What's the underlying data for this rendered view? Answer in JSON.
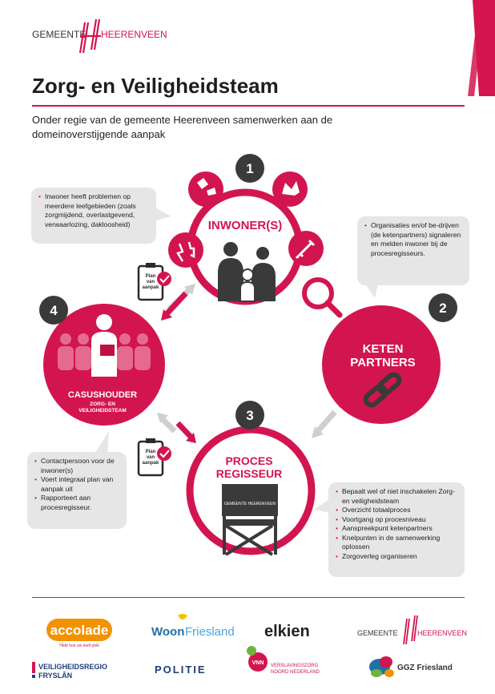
{
  "header": {
    "org_left": "GEMEENTE",
    "org_right": "HEERENVEEN",
    "title": "Zorg- en Veiligheidsteam",
    "subtitle": "Onder regie van de gemeente Heerenveen samenwerken aan de domeinoverstijgende aanpak"
  },
  "steps": [
    {
      "number": "1",
      "label": "INWONER(S)"
    },
    {
      "number": "2",
      "label_line1": "KETEN",
      "label_line2": "PARTNERS"
    },
    {
      "number": "3",
      "label_line1": "PROCES",
      "label_line2": "REGISSEUR",
      "chair_text": "GEMEENTE HEERENVEEN"
    },
    {
      "number": "4",
      "label_line1": "CASUSHOUDER",
      "label_line2": "ZORG- EN",
      "label_line3": "VEILIGHEIDSTEAM"
    }
  ],
  "plan": {
    "line1": "Plan",
    "line2": "van",
    "line3": "aanpak"
  },
  "callouts": {
    "inwoner": [
      "Inwoner heeft problemen op meerdere leefgebieden (zoals zorgmijdend, overlastgevend, verwaarlozing, dakloosheid)"
    ],
    "keten": [
      "Organisaties en/of be-drijven (de ketenpartners) signaleren en melden inwoner bij de procesregisseurs."
    ],
    "casushouder": [
      "Contactpersoon voor de inwoner(s)",
      "Voert integraal plan van aanpak uit",
      "Rapporteert aan procesregisseur."
    ],
    "regisseur": [
      "Bepaalt wel of niet inschakelen Zorg- en veiligheidsteam",
      "Overzicht totaalproces",
      "Voortgang op procesniveau",
      "Aanspreekpunt ketenpartners",
      "Knelpunten in de samenwerking oplossen",
      "Zorgoverleg organiseren"
    ]
  },
  "partners": {
    "accolade": "accolade",
    "accolade_tag": "Hebt hoe uw leeft plek",
    "woonfriesland_a": "Woon",
    "woonfriesland_b": "Friesland",
    "elkien": "elkien",
    "gemeente_left": "GEMEENTE",
    "gemeente_right": "HEERENVEEN",
    "vr_line1": "VEILIGHEIDSREGIO",
    "vr_line2": "FRYSLÂN",
    "politie": "POLITIE",
    "vnn_logo": "VNN",
    "vnn_line1": "VERSLAVINGSZORG",
    "vnn_line2": "NOORD NEDERLAND",
    "ggz": "GGZ Friesland"
  },
  "colors": {
    "accent": "#d3154f",
    "dark": "#3a3a3a",
    "grey": "#cfcfcf"
  }
}
